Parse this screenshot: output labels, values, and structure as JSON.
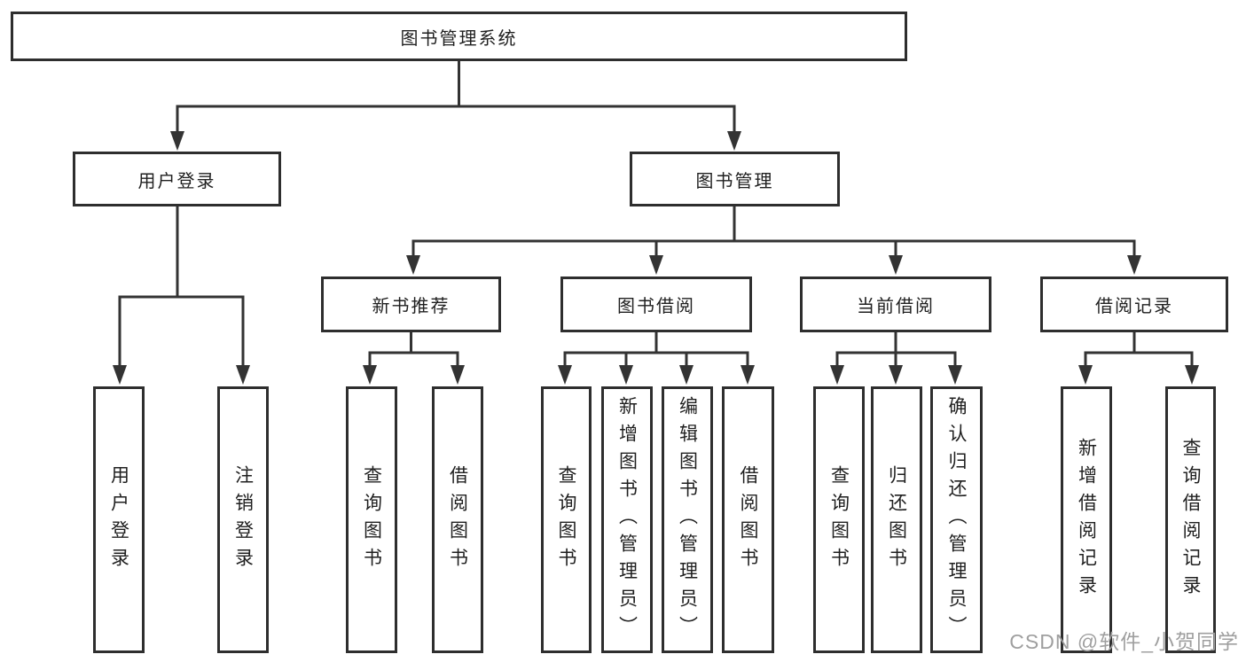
{
  "diagram": {
    "root": {
      "label": "图书管理系统"
    },
    "level2": [
      {
        "label": "用户登录"
      },
      {
        "label": "图书管理"
      }
    ],
    "level3": [
      {
        "label": "新书推荐"
      },
      {
        "label": "图书借阅"
      },
      {
        "label": "当前借阅"
      },
      {
        "label": "借阅记录"
      }
    ],
    "leaves": {
      "user_login": [
        {
          "label": "用户登录"
        },
        {
          "label": "注销登录"
        }
      ],
      "new_book_rec": [
        {
          "label": "查询图书"
        },
        {
          "label": "借阅图书"
        }
      ],
      "book_borrow": [
        {
          "label": "查询图书"
        },
        {
          "label": "新增图书（管理员）"
        },
        {
          "label": "编辑图书（管理员）"
        },
        {
          "label": "借阅图书"
        }
      ],
      "current_borrow": [
        {
          "label": "查询图书"
        },
        {
          "label": "归还图书"
        },
        {
          "label": "确认归还（管理员）"
        }
      ],
      "borrow_records": [
        {
          "label": "新增借阅记录"
        },
        {
          "label": "查询借阅记录"
        }
      ]
    }
  },
  "watermark": {
    "text": "CSDN @软件_小贺同学"
  },
  "colors": {
    "line": "#333333",
    "border": "#2e2e2e",
    "text": "#1f1f1f",
    "watermark": "#9f9f9f",
    "background": "#ffffff"
  }
}
